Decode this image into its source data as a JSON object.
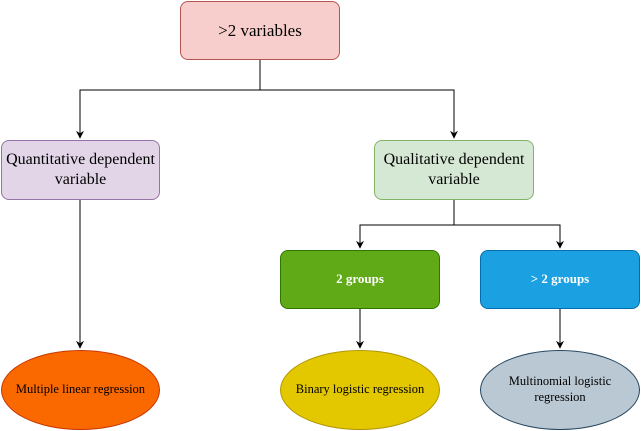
{
  "nodes": {
    "root": "&gt;2 variables",
    "quantitative": "Quantitative dependent variable",
    "qualitative": "Qualitative dependent variable",
    "two_groups": "2 groups",
    "more_groups": "&gt; 2 groups",
    "multiple_linear": "Multiple linear regression",
    "binary_logistic": "Binary logistic regression",
    "multinomial_logistic": "Multinomial logistic regression"
  },
  "colors": {
    "root_fill": "#f8cecc",
    "quantitative_fill": "#e1d5e7",
    "qualitative_fill": "#d5e8d4",
    "two_groups_fill": "#60a917",
    "more_groups_fill": "#1ba1e2",
    "multiple_linear_fill": "#fa6800",
    "binary_logistic_fill": "#e3c800",
    "multinomial_logistic_fill": "#bac8d3"
  }
}
